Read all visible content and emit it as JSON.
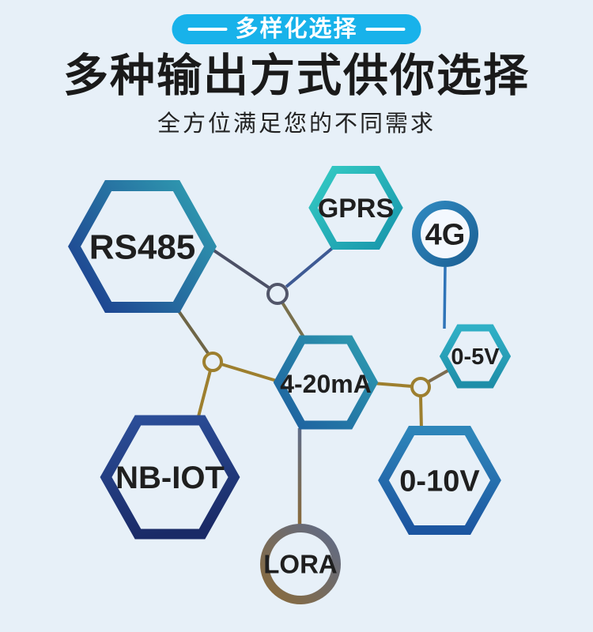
{
  "page": {
    "background_color": "#e7f0f8",
    "section_purpose": "product output options"
  },
  "header": {
    "badge": {
      "text": "多样化选择",
      "bg_color": "#18b2ea",
      "text_color": "#ffffff"
    },
    "title": "多种输出方式供你选择",
    "subtitle": "全方位满足您的不同需求"
  },
  "diagram": {
    "nodes": [
      {
        "id": "rs485",
        "label": "RS485",
        "shape": "hexagon",
        "colors": [
          "#1d4190",
          "#2f9ab0"
        ]
      },
      {
        "id": "gprs",
        "label": "GPRS",
        "shape": "hexagon",
        "colors": [
          "#35cbc4",
          "#1795ab"
        ]
      },
      {
        "id": "4g",
        "label": "4G",
        "shape": "circle",
        "colors": [
          "#2f89c0",
          "#1c6094"
        ]
      },
      {
        "id": "0-5v",
        "label": "0-5V",
        "shape": "hexagon",
        "colors": [
          "#30b0c6",
          "#1e8ea8"
        ]
      },
      {
        "id": "4-20ma",
        "label": "4-20mA",
        "shape": "hexagon",
        "colors": [
          "#2e9cb0",
          "#1d5f9f"
        ]
      },
      {
        "id": "nb-iot",
        "label": "NB-IOT",
        "shape": "hexagon",
        "colors": [
          "#2b4d97",
          "#1a2a66"
        ]
      },
      {
        "id": "0-10v",
        "label": "0-10V",
        "shape": "hexagon",
        "colors": [
          "#2e86ba",
          "#1c55a0"
        ]
      },
      {
        "id": "lora",
        "label": "LORA",
        "shape": "circle",
        "colors": [
          "#5f6b88",
          "#8a6b3a"
        ]
      }
    ],
    "hubs": [
      {
        "id": "hub-top",
        "color": "#52566a"
      },
      {
        "id": "hub-left",
        "color": "#9d7f2e"
      },
      {
        "id": "hub-right",
        "color": "#9d7f2e"
      }
    ],
    "connections": [
      {
        "from": "rs485",
        "to": "hub-top",
        "color": "#4c5066"
      },
      {
        "from": "gprs",
        "to": "hub-top",
        "color": "#3e5a94"
      },
      {
        "from": "hub-top",
        "to": "4-20ma",
        "color": "#79704c"
      },
      {
        "from": "rs485",
        "to": "hub-left",
        "color": "#6e6546"
      },
      {
        "from": "hub-left",
        "to": "4-20ma",
        "color": "#9d7f2e"
      },
      {
        "from": "hub-left",
        "to": "nb-iot",
        "color": "#9d7f2e"
      },
      {
        "from": "4g",
        "to": "0-5v",
        "color": "#2f74b8"
      },
      {
        "from": "4-20ma",
        "to": "hub-right",
        "color": "#9d7f2e"
      },
      {
        "from": "hub-right",
        "to": "0-5v",
        "color": "#7d6c50"
      },
      {
        "from": "hub-right",
        "to": "0-10v",
        "color": "#9d7f2e"
      },
      {
        "from": "4-20ma",
        "to": "lora",
        "color": "#5f6c88 → #8a6b3a"
      }
    ]
  }
}
